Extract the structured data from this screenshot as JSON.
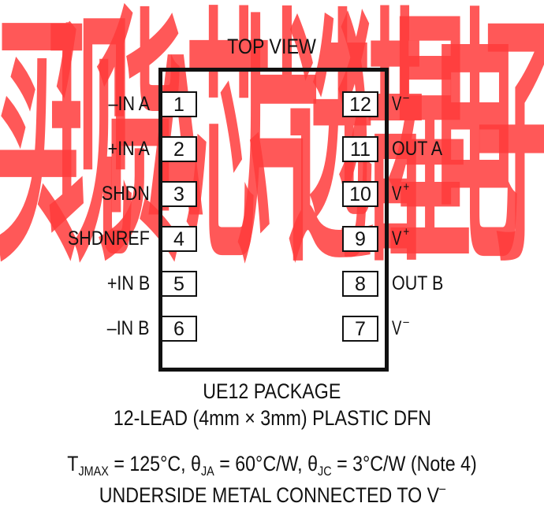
{
  "watermark": {
    "chars": [
      "买",
      "现",
      "货",
      "A",
      "芯",
      "片",
      "选",
      "猎",
      "星",
      "电",
      "子"
    ],
    "color": "#ff3b3b"
  },
  "diagram": {
    "title": "TOP VIEW",
    "left_pins": [
      {
        "number": "1",
        "name": "–IN A",
        "sup": ""
      },
      {
        "number": "2",
        "name": "+IN A",
        "sup": ""
      },
      {
        "number": "3",
        "name": "SHDN",
        "sup": ""
      },
      {
        "number": "4",
        "name": "SHDNREF",
        "sup": ""
      },
      {
        "number": "5",
        "name": "+IN B",
        "sup": ""
      },
      {
        "number": "6",
        "name": "–IN B",
        "sup": ""
      }
    ],
    "right_pins": [
      {
        "number": "12",
        "name": "V",
        "sup": "–"
      },
      {
        "number": "11",
        "name": "OUT A",
        "sup": ""
      },
      {
        "number": "10",
        "name": "V",
        "sup": "+"
      },
      {
        "number": "9",
        "name": "V",
        "sup": "+"
      },
      {
        "number": "8",
        "name": "OUT B",
        "sup": ""
      },
      {
        "number": "7",
        "name": "V",
        "sup": "–"
      }
    ],
    "package_name": "UE12 PACKAGE",
    "package_desc": "12-LEAD (4mm × 3mm) PLASTIC DFN",
    "thermal": {
      "t": "T",
      "t_sub": "JMAX",
      "t_val": " = 125°C, ",
      "ja": "θ",
      "ja_sub": "JA",
      "ja_val": " = 60°C/W, ",
      "jc": "θ",
      "jc_sub": "JC",
      "jc_val": " = 3°C/W (Note 4)"
    },
    "underside_note": "UNDERSIDE METAL CONNECTED TO V",
    "underside_sup": "–"
  }
}
